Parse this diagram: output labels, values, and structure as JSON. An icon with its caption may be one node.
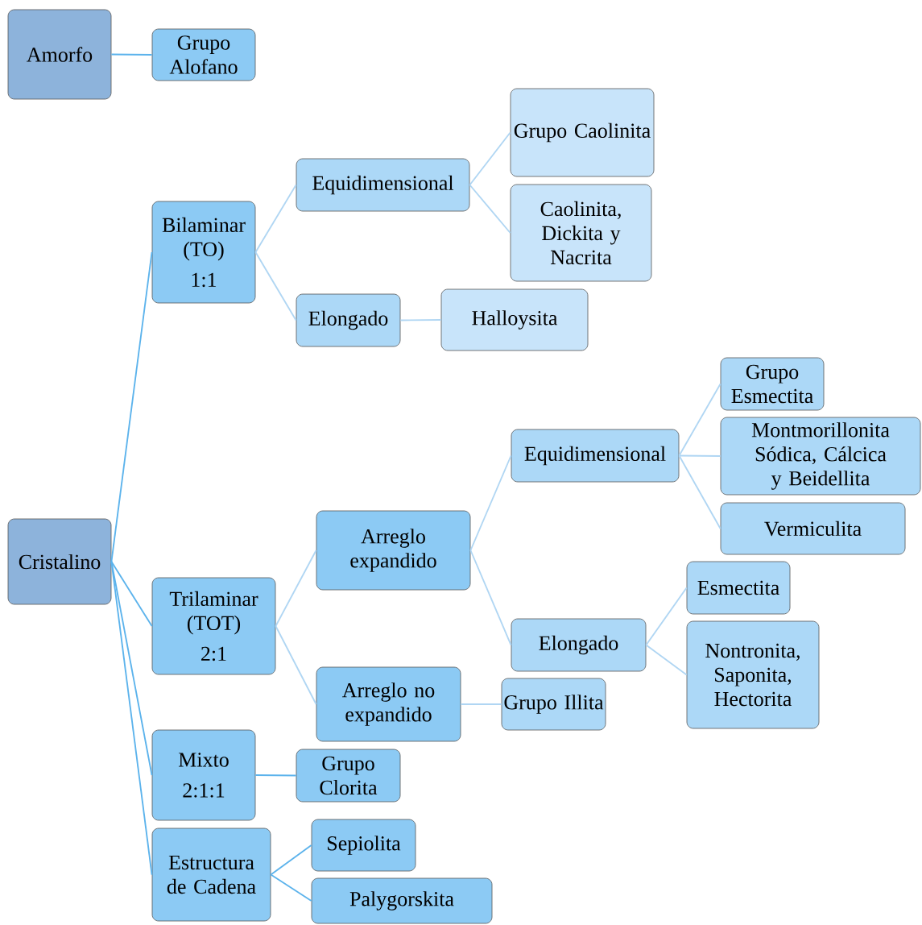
{
  "diagram": {
    "nodes": [
      {
        "text": [
          "Amorfo"
        ]
      },
      {
        "text": [
          "Grupo Alofano"
        ]
      },
      {
        "text": [
          "Cristalino"
        ]
      },
      {
        "text": [
          "Bilaminar (TO)",
          "1:1"
        ]
      },
      {
        "text": [
          "Equidimensional"
        ]
      },
      {
        "text": [
          "Grupo Caolinita"
        ]
      },
      {
        "text": [
          "Caolinita, Dickita y Nacrita"
        ]
      },
      {
        "text": [
          "Elongado"
        ]
      },
      {
        "text": [
          "Halloysita"
        ]
      },
      {
        "text": [
          "Trilaminar (TOT)",
          "2:1"
        ]
      },
      {
        "text": [
          "Arreglo expandido"
        ]
      },
      {
        "text": [
          "Equidimensional"
        ]
      },
      {
        "text": [
          "Grupo Esmectita"
        ]
      },
      {
        "text": [
          "Montmorillonita Sódica, Cálcica y Beidellita"
        ]
      },
      {
        "text": [
          "Vermiculita"
        ]
      },
      {
        "text": [
          "Elongado"
        ]
      },
      {
        "text": [
          "Esmectita"
        ]
      },
      {
        "text": [
          "Nontronita, Saponita, Hectorita"
        ]
      },
      {
        "text": [
          "Arreglo no expandido"
        ]
      },
      {
        "text": [
          "Grupo Illita"
        ]
      },
      {
        "text": [
          "Mixto",
          "2:1:1"
        ]
      },
      {
        "text": [
          "Grupo Clorita"
        ]
      },
      {
        "text": [
          "Estructura de Cadena"
        ]
      },
      {
        "text": [
          "Sepiolita"
        ]
      },
      {
        "text": [
          "Palygorskita"
        ]
      }
    ],
    "edges": [
      {
        "from": 0,
        "to": 1,
        "arrow": "none",
        "color": "#5cb3ec"
      },
      {
        "from": 2,
        "to": 3,
        "arrow": "none",
        "color": "#5cb3ec"
      },
      {
        "from": 2,
        "to": 9,
        "arrow": "none",
        "color": "#5cb3ec"
      },
      {
        "from": 2,
        "to": 20,
        "arrow": "none",
        "color": "#5cb3ec"
      },
      {
        "from": 2,
        "to": 22,
        "arrow": "none",
        "color": "#5cb3ec"
      },
      {
        "from": 3,
        "to": 4,
        "arrow": "none"
      },
      {
        "from": 3,
        "to": 7,
        "arrow": "none"
      },
      {
        "from": 4,
        "to": 5,
        "arrow": "none"
      },
      {
        "from": 4,
        "to": 6,
        "arrow": "none"
      },
      {
        "from": 7,
        "to": 8,
        "arrow": "none"
      },
      {
        "from": 9,
        "to": 10,
        "arrow": "none"
      },
      {
        "from": 9,
        "to": 18,
        "arrow": "none"
      },
      {
        "from": 10,
        "to": 11,
        "arrow": "none"
      },
      {
        "from": 10,
        "to": 15,
        "arrow": "none"
      },
      {
        "from": 11,
        "to": 12,
        "arrow": "none"
      },
      {
        "from": 11,
        "to": 13,
        "arrow": "none"
      },
      {
        "from": 11,
        "to": 14,
        "arrow": "none"
      },
      {
        "from": 15,
        "to": 16,
        "arrow": "none"
      },
      {
        "from": 15,
        "to": 17,
        "arrow": "none"
      },
      {
        "from": 18,
        "to": 19,
        "arrow": "none"
      },
      {
        "from": 20,
        "to": 21,
        "arrow": "none",
        "color": "#5cb3ec"
      },
      {
        "from": 22,
        "to": 23,
        "arrow": "none",
        "color": "#5cb3ec"
      },
      {
        "from": 22,
        "to": 24,
        "arrow": "none",
        "color": "#5cb3ec"
      }
    ]
  }
}
